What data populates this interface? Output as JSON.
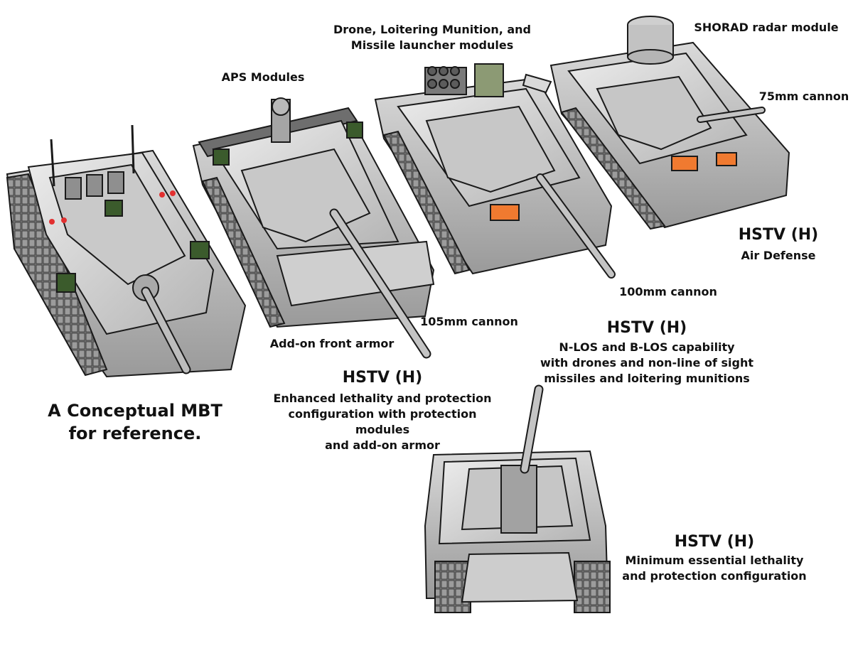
{
  "labels": {
    "drone_modules": "Drone, Loitering Munition, and\nMissile launcher modules",
    "shorad": "SHORAD radar module",
    "aps": "APS Modules",
    "cannon_75": "75mm cannon",
    "cannon_100": "100mm cannon",
    "cannon_105": "105mm cannon",
    "front_armor": "Add-on front armor"
  },
  "vehicles": {
    "mbt": {
      "caption": "A Conceptual MBT\nfor reference."
    },
    "enhanced": {
      "title": "HSTV (H)",
      "desc": "Enhanced lethality and protection\nconfiguration with protection modules\nand add-on armor"
    },
    "nlos": {
      "title": "HSTV (H)",
      "desc": "N-LOS and B-LOS capability\nwith drones and non-line of sight\nmissiles and loitering munitions"
    },
    "air_defense": {
      "title": "HSTV (H)",
      "desc": "Air Defense"
    },
    "minimum": {
      "title": "HSTV (H)",
      "desc": "Minimum essential lethality\nand protection configuration"
    }
  },
  "colors": {
    "hull": "#b8b8b8",
    "hull_dark": "#6e6e6e",
    "accent_orange": "#f07a30",
    "sensor_purple": "#8a5cc7"
  }
}
